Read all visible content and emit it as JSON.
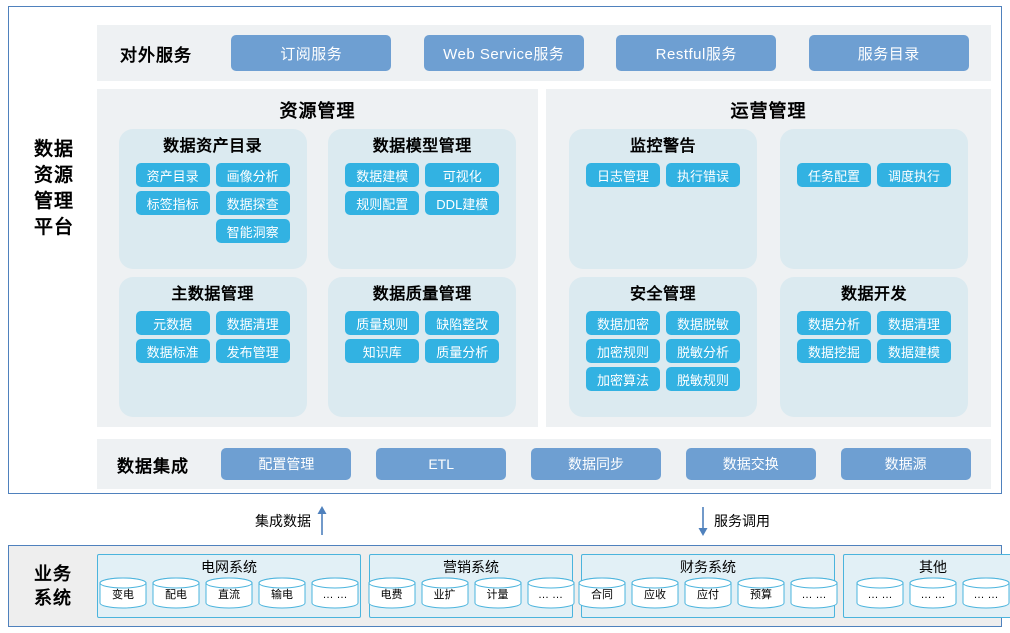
{
  "platform": {
    "side_label_lines": [
      "数据",
      "资源",
      "管理",
      "平台"
    ],
    "external_services": {
      "title": "对外服务",
      "buttons": [
        "订阅服务",
        "Web Service服务",
        "Restful服务",
        "服务目录"
      ]
    },
    "panels": [
      {
        "title": "资源管理",
        "cards": [
          {
            "title": "数据资产目录",
            "tags": [
              "资产目录",
              "画像分析",
              "标签指标",
              "数据探查",
              "",
              "智能洞察"
            ]
          },
          {
            "title": "数据模型管理",
            "tags": [
              "数据建模",
              "可视化",
              "规则配置",
              "DDL建模"
            ]
          },
          {
            "title": "主数据管理",
            "tags": [
              "元数据",
              "数据清理",
              "数据标准",
              "发布管理"
            ]
          },
          {
            "title": "数据质量管理",
            "tags": [
              "质量规则",
              "缺陷整改",
              "知识库",
              "质量分析"
            ]
          }
        ]
      },
      {
        "title": "运营管理",
        "cards": [
          {
            "title": "监控警告",
            "tags": [
              "日志管理",
              "执行错误"
            ]
          },
          {
            "title": "",
            "tags": [
              "任务配置",
              "调度执行"
            ]
          },
          {
            "title": "安全管理",
            "tags": [
              "数据加密",
              "数据脱敏",
              "加密规则",
              "脱敏分析",
              "加密算法",
              "脱敏规则"
            ]
          },
          {
            "title": "数据开发",
            "tags": [
              "数据分析",
              "数据清理",
              "数据挖掘",
              "数据建模"
            ]
          }
        ]
      }
    ],
    "data_integration": {
      "title": "数据集成",
      "buttons": [
        "配置管理",
        "ETL",
        "数据同步",
        "数据交换",
        "数据源"
      ]
    }
  },
  "arrows": [
    {
      "label": "集成数据",
      "direction": "up"
    },
    {
      "label": "服务调用",
      "direction": "down"
    }
  ],
  "business_systems": {
    "label_lines": [
      "业务",
      "系统"
    ],
    "groups": [
      {
        "title": "电网系统",
        "items": [
          "变电",
          "配电",
          "直流",
          "输电",
          "… …"
        ]
      },
      {
        "title": "营销系统",
        "items": [
          "电费",
          "业扩",
          "计量",
          "… …"
        ]
      },
      {
        "title": "财务系统",
        "items": [
          "合同",
          "应收",
          "应付",
          "预算",
          "… …"
        ]
      },
      {
        "title": "其他",
        "items": [
          "… …",
          "… …",
          "… …"
        ]
      }
    ]
  },
  "colors": {
    "frame_border": "#4f81bd",
    "band_bg": "#eef1f3",
    "service_button": "#6e9fd2",
    "tag": "#32b2e2",
    "card_bg": "#dbeaf0",
    "biz_group_border": "#4bb4dd",
    "biz_group_bg": "#e2f0f6",
    "biz_bg": "#eeeeee"
  }
}
